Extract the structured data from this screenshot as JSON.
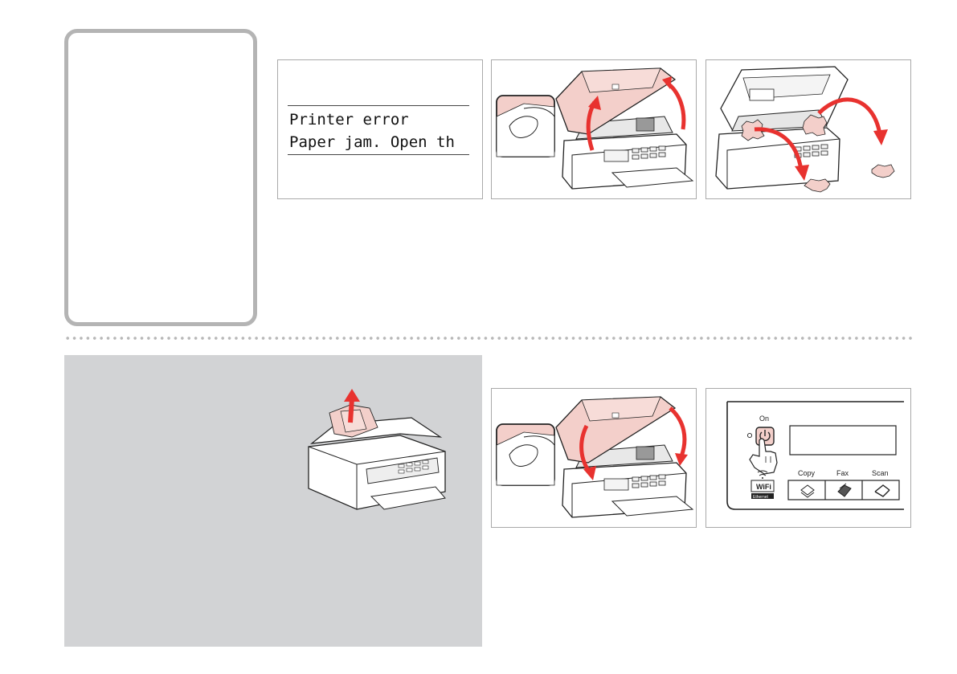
{
  "lcd": {
    "line1": "Printer error",
    "line2": "Paper jam. Open th"
  },
  "control_panel": {
    "on_label": "On",
    "copy_label": "Copy",
    "fax_label": "Fax",
    "scan_label": "Scan",
    "wifi_label": "WiFi",
    "ethernet_label": "Ethernet"
  },
  "colors": {
    "arrow_red": "#e8322f",
    "pink_fill": "#f3cfca",
    "grey_panel": "#d2d3d5",
    "frame_grey": "#b4b4b4"
  },
  "icons": [
    "power-icon",
    "hand-pointer-icon",
    "wifi-icon",
    "copy-icon",
    "fax-icon",
    "scan-icon",
    "arrow-icon"
  ]
}
